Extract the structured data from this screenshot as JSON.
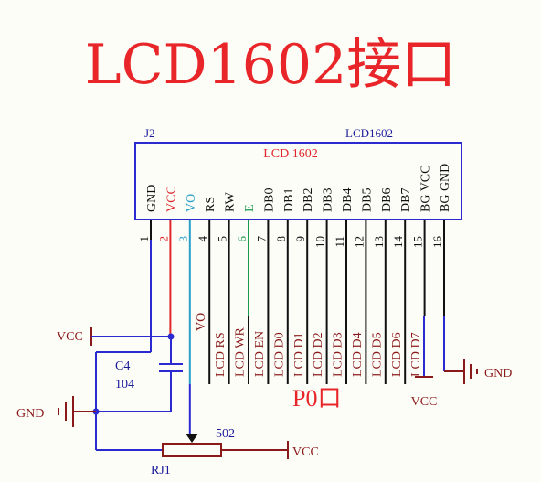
{
  "title": "LCD1602接口",
  "component": {
    "ref": "J2",
    "part": "LCD1602",
    "label": "LCD  1602",
    "pins": [
      {
        "num": "1",
        "name": "GND",
        "color": "#111111",
        "numcolor": "#111111"
      },
      {
        "num": "2",
        "name": "VCC",
        "color": "#e0262a",
        "numcolor": "#e0262a"
      },
      {
        "num": "3",
        "name": "VO",
        "color": "#2aa0c8",
        "numcolor": "#2aa0c8"
      },
      {
        "num": "4",
        "name": "RS",
        "color": "#111111",
        "numcolor": "#111111"
      },
      {
        "num": "5",
        "name": "RW",
        "color": "#111111",
        "numcolor": "#111111"
      },
      {
        "num": "6",
        "name": "E",
        "color": "#1a9a4a",
        "numcolor": "#1a9a4a"
      },
      {
        "num": "7",
        "name": "DB0",
        "color": "#111111",
        "numcolor": "#111111"
      },
      {
        "num": "8",
        "name": "DB1",
        "color": "#111111",
        "numcolor": "#111111"
      },
      {
        "num": "9",
        "name": "DB2",
        "color": "#111111",
        "numcolor": "#111111"
      },
      {
        "num": "10",
        "name": "DB3",
        "color": "#111111",
        "numcolor": "#111111"
      },
      {
        "num": "11",
        "name": "DB4",
        "color": "#111111",
        "numcolor": "#111111"
      },
      {
        "num": "12",
        "name": "DB5",
        "color": "#111111",
        "numcolor": "#111111"
      },
      {
        "num": "13",
        "name": "DB6",
        "color": "#111111",
        "numcolor": "#111111"
      },
      {
        "num": "14",
        "name": "DB7",
        "color": "#111111",
        "numcolor": "#111111"
      },
      {
        "num": "15",
        "name": "BG VCC",
        "color": "#111111",
        "numcolor": "#111111"
      },
      {
        "num": "16",
        "name": "BG GND",
        "color": "#111111",
        "numcolor": "#111111"
      }
    ]
  },
  "net_labels": [
    "VO",
    "LCD RS",
    "LCD WR",
    "LCD EN",
    "LCD D0",
    "LCD D1",
    "LCD D2",
    "LCD D3",
    "LCD D4",
    "LCD D5",
    "LCD D6",
    "LCD D7"
  ],
  "port_label": "P0口",
  "power": {
    "vcc_left": "VCC",
    "gnd_left": "GND",
    "vcc_pin15": "VCC",
    "gnd_pin16": "GND",
    "vcc_pot": "VCC"
  },
  "capacitor": {
    "ref": "C4",
    "value": "104"
  },
  "potentiometer": {
    "ref": "RJ1",
    "value": "502"
  },
  "colors": {
    "box": "#2a2ad0",
    "wire_blue": "#2a2ad0",
    "label_red": "#8a1a1a",
    "title": "#e8262a",
    "port": "#e8262a",
    "text_blue": "#1a1a9a"
  }
}
